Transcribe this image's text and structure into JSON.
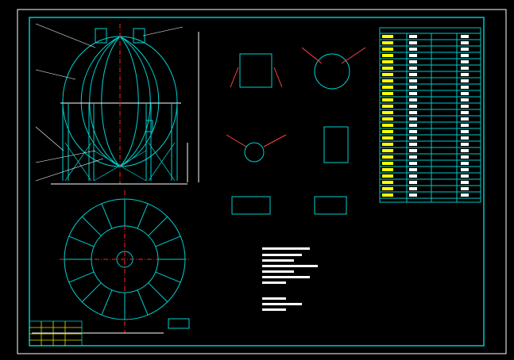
{
  "drawing": {
    "background": "#000000",
    "colors": {
      "frame": "#ffffff",
      "border": "#00c8c8",
      "geometry": "#00d0d0",
      "centerline": "#ff2020",
      "text": "#ffff00",
      "dimension": "#ffffff"
    },
    "views": [
      "front-elevation",
      "plan-view",
      "nozzle-details",
      "technical-table",
      "notes",
      "title-block"
    ]
  }
}
